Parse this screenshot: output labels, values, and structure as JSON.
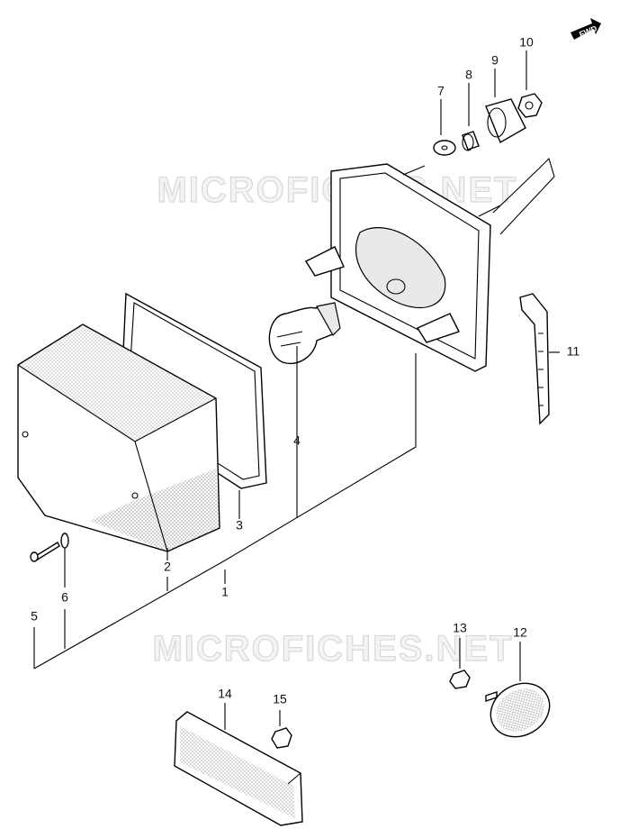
{
  "watermark": {
    "text_top": "MICROFICHES.NET",
    "text_bottom": "MICROFICHES.NET"
  },
  "fwd_badge": {
    "label": "FWD"
  },
  "callouts": [
    "1",
    "2",
    "3",
    "4",
    "5",
    "6",
    "7",
    "8",
    "9",
    "10",
    "11",
    "12",
    "13",
    "14",
    "15"
  ]
}
